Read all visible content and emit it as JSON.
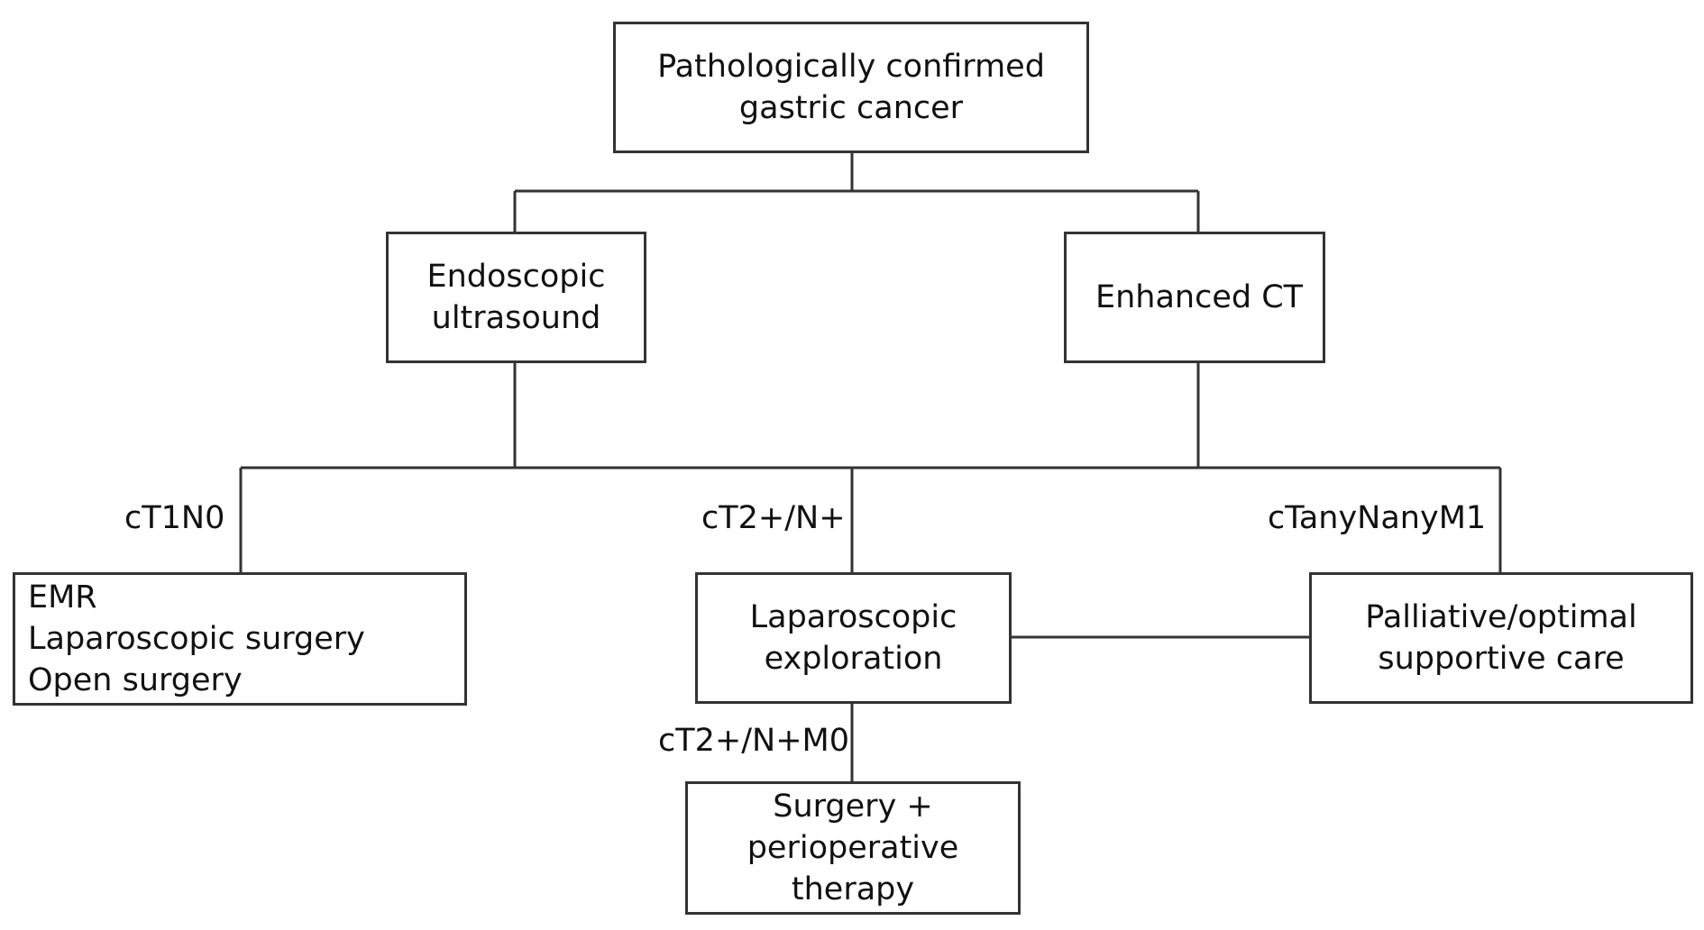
{
  "nodes": {
    "root": {
      "lines": [
        "Pathologically confirmed",
        "gastric cancer"
      ]
    },
    "eus": {
      "lines": [
        "Endoscopic",
        "ultrasound"
      ]
    },
    "ct": {
      "lines": [
        "Enhanced CT"
      ]
    },
    "early": {
      "lines": [
        "EMR",
        "Laparoscopic surgery",
        "Open surgery"
      ]
    },
    "lap": {
      "lines": [
        "Laparoscopic",
        "exploration"
      ]
    },
    "palliative": {
      "lines": [
        "Palliative/optimal",
        "supportive care"
      ]
    },
    "surgery": {
      "lines": [
        "Surgery +",
        "perioperative",
        "therapy"
      ]
    }
  },
  "edge_labels": {
    "t1n0": "cT1N0",
    "t2n": "cT2+/N+",
    "m1": "cTanyNanyM1",
    "m0": "cT2+/N+M0"
  },
  "colors": {
    "stroke": "#333333",
    "text": "#111111",
    "background": "#ffffff"
  }
}
